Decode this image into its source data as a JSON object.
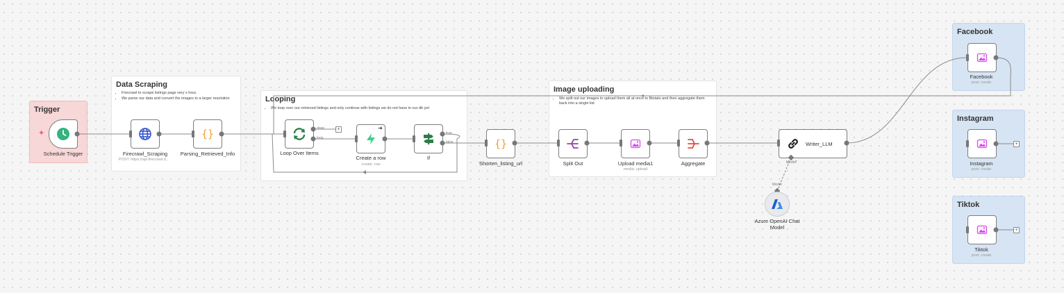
{
  "stickies": {
    "trigger": {
      "title": "Trigger"
    },
    "scraping": {
      "title": "Data Scraping",
      "notes": [
        "Firecrawl to scrape listings page very x hour.",
        "We parse our data and convert the images to a larger resolution"
      ]
    },
    "looping": {
      "title": "Looping",
      "notes": [
        "We loop over our retrieved listings and only continue with listings we do not have in our db yet"
      ]
    },
    "image": {
      "title": "Image uploading",
      "notes": [
        "We split out our images to upload them all at once to Blotato and then aggregate them back into a single list"
      ]
    },
    "facebook": {
      "title": "Facebook"
    },
    "instagram": {
      "title": "Instagram"
    },
    "tiktok": {
      "title": "Tiktok"
    }
  },
  "nodes": {
    "schedule": {
      "label": "Schedule Trigger",
      "icon": "clock-icon",
      "color": "#35b37e"
    },
    "firecrawl": {
      "label": "Firecrawl_Scraping",
      "sub": "POST: https://api.firecrawl.d...",
      "icon": "globe-icon",
      "color": "#3355cc"
    },
    "parsing": {
      "label": "Parsing_Retrieved_Info",
      "icon": "code-braces-icon",
      "color": "#f0a030"
    },
    "loop": {
      "label": "Loop Over Items",
      "icon": "sync-icon",
      "color": "#2e7d4a",
      "out_done": "done",
      "out_loop": "loop"
    },
    "createrow": {
      "label": "Create a row",
      "sub": "create: row",
      "icon": "supabase-bolt-icon",
      "color": "#3ecf8e"
    },
    "if": {
      "label": "If",
      "icon": "signpost-icon",
      "color": "#2e7d4a",
      "out_true": "true",
      "out_false": "false"
    },
    "shorten": {
      "label": "Shorten_listing_url",
      "icon": "code-braces-icon",
      "color": "#f0a030"
    },
    "splitout": {
      "label": "Split Out",
      "icon": "split-icon",
      "color": "#8e44ad"
    },
    "upload": {
      "label": "Upload media1",
      "sub": "media: upload",
      "icon": "blotato-icon",
      "color": "#d946ef"
    },
    "aggregate": {
      "label": "Aggregate",
      "icon": "aggregate-icon",
      "color": "#e74c3c"
    },
    "writer": {
      "label": "Writer_LLM",
      "icon": "link-chain-icon",
      "color": "#222222",
      "port_label": "Model*"
    },
    "azure": {
      "label_line1": "Azure OpenAI Chat",
      "label_line2": "Model",
      "icon": "azure-icon",
      "color": "#1a5fcc",
      "port_label": "Model"
    },
    "facebook": {
      "label": "Facebook",
      "sub": "post: create",
      "icon": "blotato-icon",
      "color": "#d946ef"
    },
    "instagram": {
      "label": "Instagram",
      "sub": "post: create",
      "icon": "blotato-icon",
      "color": "#d946ef"
    },
    "tiktok": {
      "label": "Tiktok",
      "sub": "post: create",
      "icon": "blotato-icon",
      "color": "#d946ef"
    }
  },
  "plus_symbol": "+"
}
